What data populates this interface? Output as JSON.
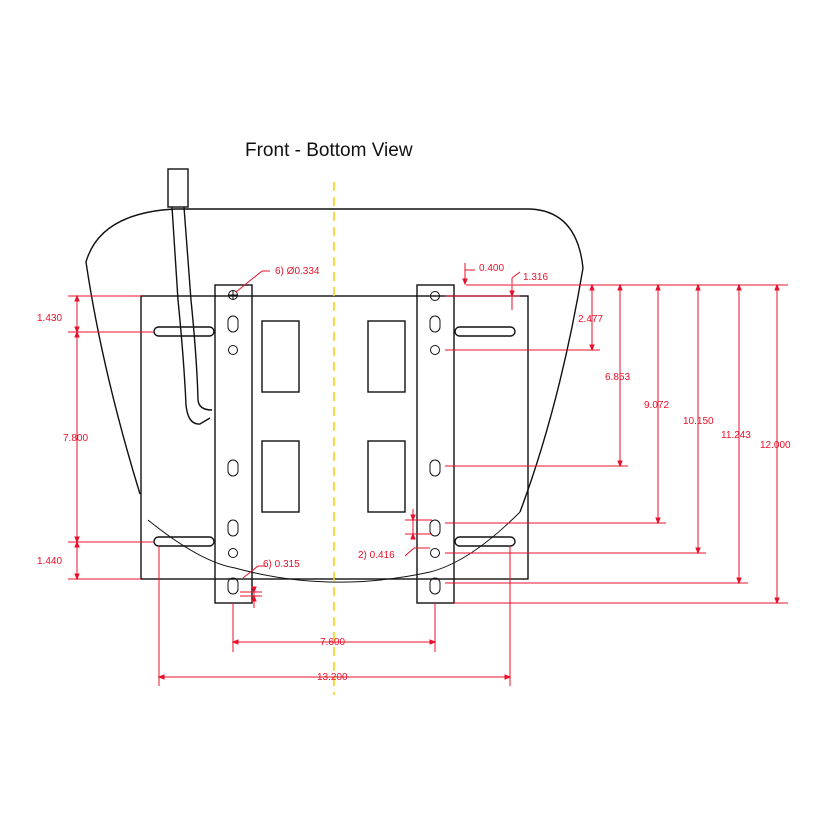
{
  "title": "Front - Bottom View",
  "colors": {
    "outline": "#111111",
    "dimension": "#e8102a",
    "centerline": "#f2d21b"
  },
  "dimensions": {
    "hole_dia": "6) Ø0.334",
    "slot_width": "6) 0.315",
    "slot_len": "2) 0.416",
    "d_0400": "0.400",
    "d_1316": "1.316",
    "d_2477": "2.477",
    "d_6853": "6.853",
    "d_9072": "9.072",
    "d_10150": "10.150",
    "d_11243": "11.243",
    "d_12000": "12.000",
    "d_1430": "1.430",
    "d_7800": "7.800",
    "d_1440": "1.440",
    "d_7600": "7.600",
    "d_13200": "13.200"
  }
}
